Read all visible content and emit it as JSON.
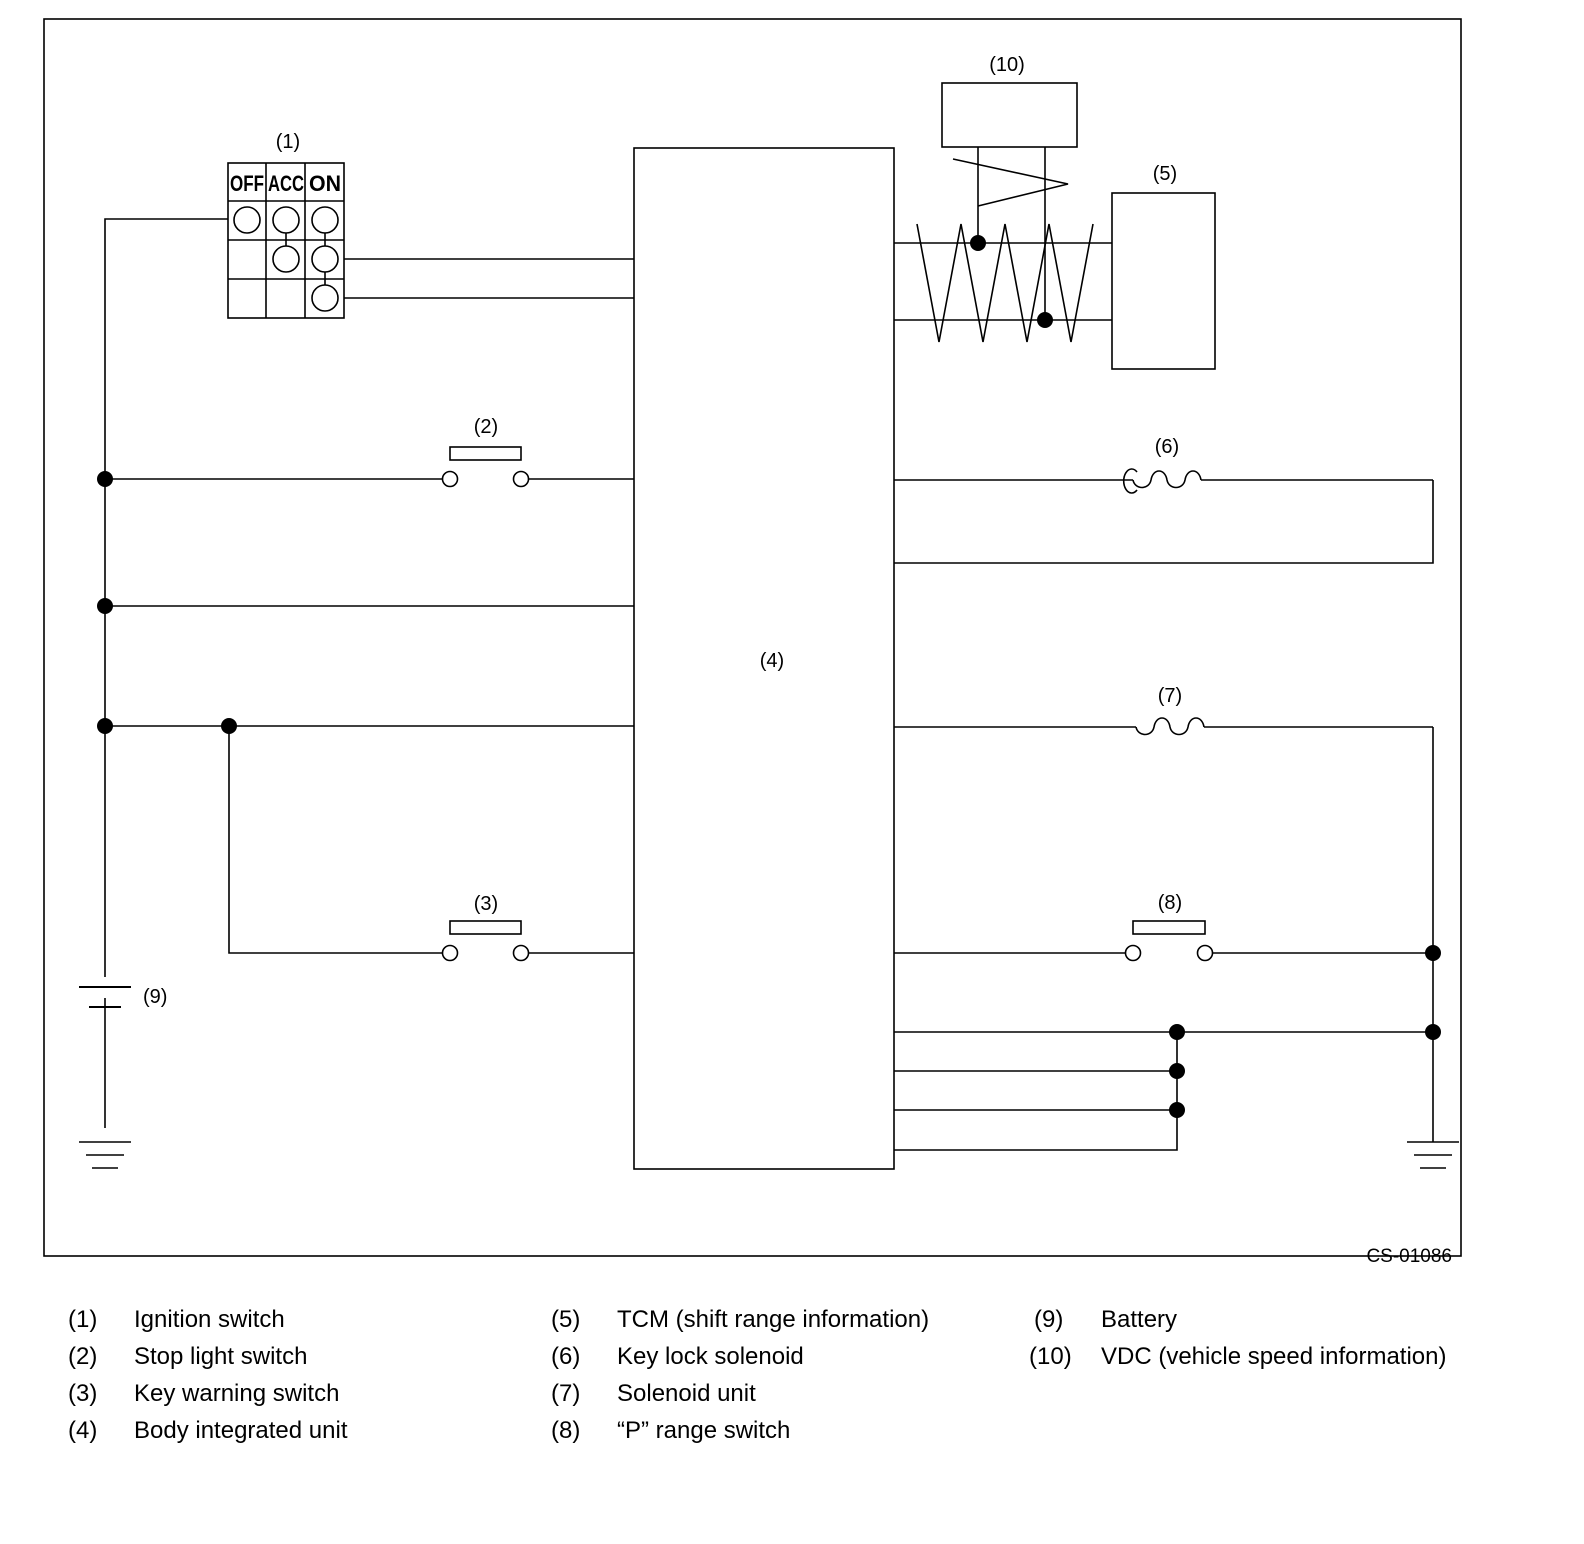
{
  "diagram": {
    "code": "CS-01086",
    "callouts": {
      "c1": "(1)",
      "c2": "(2)",
      "c3": "(3)",
      "c4": "(4)",
      "c5": "(5)",
      "c6": "(6)",
      "c7": "(7)",
      "c8": "(8)",
      "c9": "(9)",
      "c10": "(10)"
    },
    "ignition_positions": [
      "OFF",
      "ACC",
      "ON"
    ]
  },
  "legend": {
    "items": [
      {
        "num": "(1)",
        "text": "Ignition switch"
      },
      {
        "num": "(2)",
        "text": "Stop light switch"
      },
      {
        "num": "(3)",
        "text": "Key warning switch"
      },
      {
        "num": "(4)",
        "text": "Body integrated unit"
      },
      {
        "num": "(5)",
        "text": "TCM (shift range information)"
      },
      {
        "num": "(6)",
        "text": "Key lock solenoid"
      },
      {
        "num": "(7)",
        "text": "Solenoid unit"
      },
      {
        "num": "(8)",
        "text": "“P” range switch"
      },
      {
        "num": "(9)",
        "text": "Battery"
      },
      {
        "num": "(10)",
        "text": "VDC (vehicle speed information)"
      }
    ]
  }
}
